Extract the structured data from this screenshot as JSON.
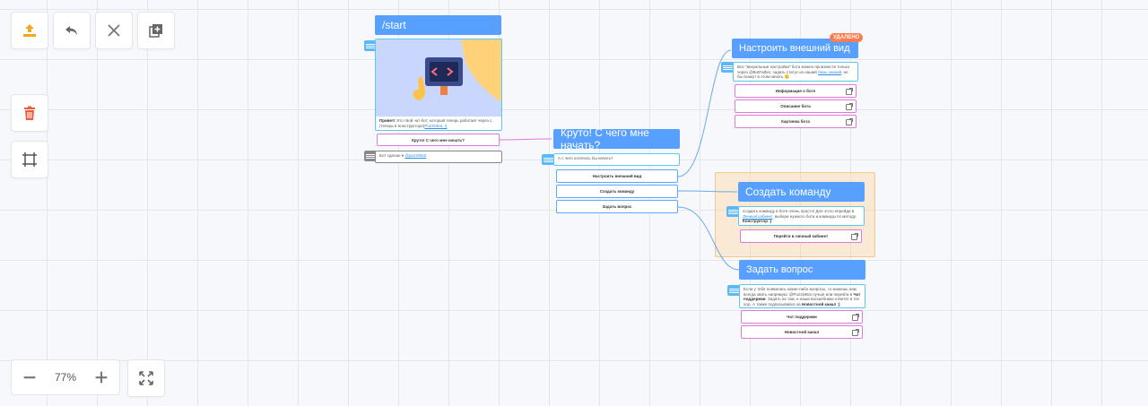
{
  "toolbar": {
    "upload_icon_color": "#f5a623",
    "delete_icon_color": "#e85c3a",
    "zoom_level": "77%"
  },
  "colors": {
    "header": "#58a0ff",
    "message_border": "#5cc8f0",
    "button_border": "#e07ad8",
    "connector": "#6aaaf0",
    "badge": "#ff7a4d"
  },
  "nodes": {
    "start": {
      "title": "/start",
      "message_bold": "Привет!",
      "message_text": " Это твой чат-бот, который теперь работает через с. (теперь в Конструкторе)",
      "message_link": "Puzzlebot..!)",
      "button": "Круто! С чего мне начать?",
      "footer_text": "Бот сделан в ",
      "footer_link": "@puzzlebot"
    },
    "how_start": {
      "title": "Круто! С чего мне начать?",
      "message": "А с чего хотелось бы начать?",
      "buttons": [
        "Настроить внешний вид",
        "Создать команду",
        "Задать вопрос"
      ]
    },
    "appearance": {
      "title": "Настроить внешний вид",
      "badge": "УДАЛЕНО",
      "message_text": "Все \"визуальные настройки\" бота можно произвести только через @BotFather, задать статус из нашей",
      "message_link": "базы знаний",
      "message_tail": ", не бы скажут в этом начать 🙂",
      "buttons": [
        "Информация о боте",
        "Описание бота",
        "Картинка бота"
      ]
    },
    "create_cmd": {
      "title": "Создать команду",
      "message_text": "Создать команду в боте очень просто! Для этого перейди в ",
      "message_link": "Личный кабинет",
      "message_tail": ", выбери нужного бота и команды по методу: ",
      "message_bold": "Конструктор :)",
      "button": "Перейти в личный кабинет"
    },
    "ask": {
      "title": "Задать вопрос",
      "message_text": "Если у тебя появились какие-либо вопросы, то можешь нам всегда звать напрямую: @PuzzleBot лучше или перейти в ",
      "message_bold1": "Чат поддержки",
      "message_mid": ". Задать их там, и наши волшебники ответят в тех пор. А также подписывайся на ",
      "message_bold2": "Новостной канал :)",
      "buttons": [
        "Чат поддержки",
        "Новостной канал"
      ]
    }
  }
}
